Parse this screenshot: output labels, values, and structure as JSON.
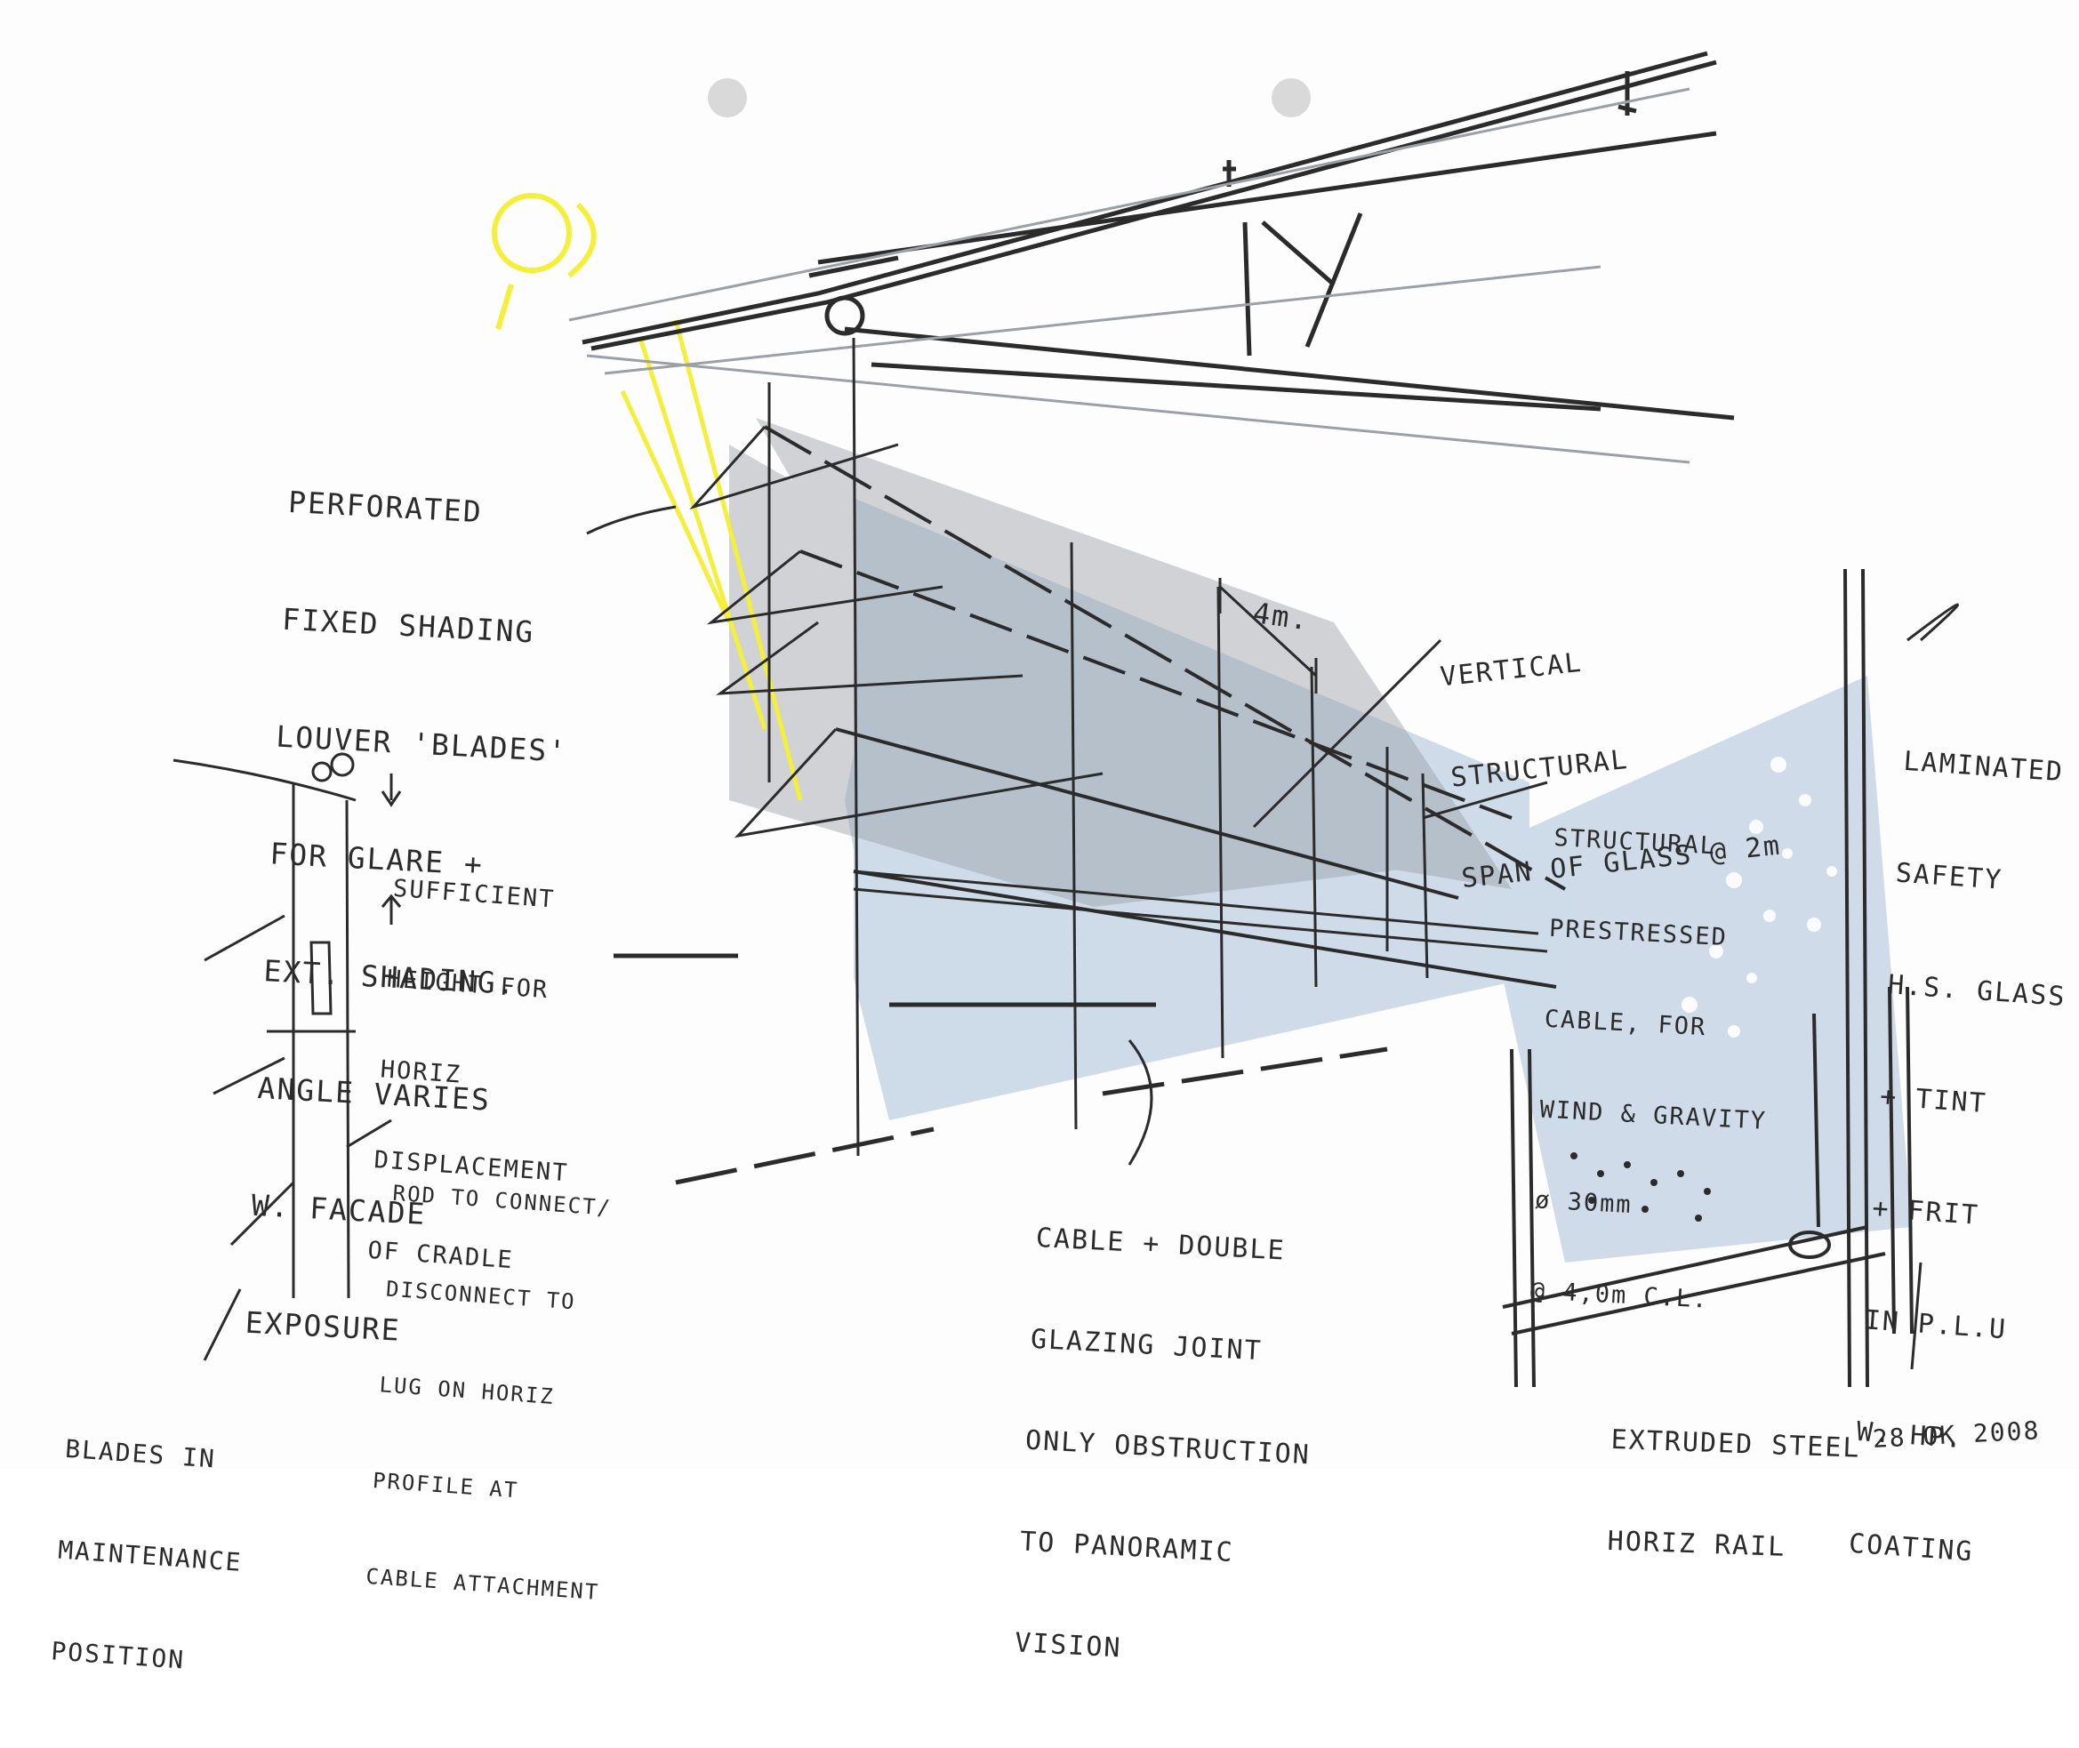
{
  "notes": {
    "louvers": [
      "PERFORATED",
      "FIXED SHADING",
      "LOUVER 'BLADES'",
      "FOR GLARE +",
      "EXT. SHADING.",
      "ANGLE VARIES",
      "W. FACADE",
      "EXPOSURE"
    ],
    "vertical_span": [
      "VERTICAL",
      "STRUCTURAL",
      "SPAN OF GLASS @ 2m"
    ],
    "glass": [
      "LAMINATED",
      "SAFETY",
      "H.S. GLASS",
      "+ TINT",
      "+ FRIT",
      "IN P.L.U",
      "W. HP.",
      "COATING"
    ],
    "cable": [
      "STRUCTURAL",
      "PRESTRESSED",
      "CABLE, FOR",
      "WIND & GRAVITY",
      "ø 30mm",
      "@ 4,0m C.L."
    ],
    "height": [
      "SUFFICIENT",
      "HEIGHT FOR",
      "HORIZ",
      "DISPLACEMENT",
      "OF CRADLE"
    ],
    "rod": [
      "ROD TO CONNECT/",
      "DISCONNECT TO",
      "LUG ON HORIZ",
      "PROFILE AT",
      "CABLE ATTACHMENT"
    ],
    "joint": [
      "CABLE + DOUBLE",
      "GLAZING JOINT",
      "ONLY OBSTRUCTION",
      "TO PANORAMIC",
      "VISION"
    ],
    "blades": [
      "BLADES IN",
      "MAINTENANCE",
      "POSITION"
    ],
    "rail": [
      "EXTRUDED STEEL",
      "HORIZ RAIL"
    ],
    "dimension": "4m.",
    "signature": "28 OK 2008"
  },
  "colors": {
    "ink": "#2b2b2b",
    "pencil": "#9aa0a6",
    "blue_wash": "#a9c0d8",
    "sun": "#f3ef3a"
  }
}
